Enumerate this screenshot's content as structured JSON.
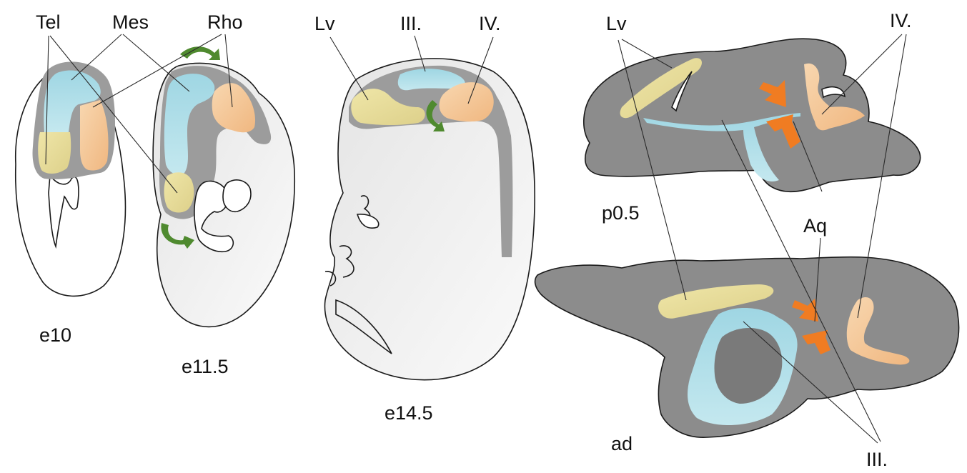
{
  "labels": {
    "tel": "Tel",
    "mes": "Mes",
    "rho": "Rho",
    "lv_embryo": "Lv",
    "third_embryo": "III.",
    "fourth_embryo": "IV.",
    "lv_brain": "Lv",
    "fourth_brain": "IV.",
    "aq": "Aq",
    "third_brain": "III."
  },
  "stages": {
    "e10": "e10",
    "e11_5": "e11.5",
    "e14_5": "e14.5",
    "p0_5": "p0.5",
    "ad": "ad"
  },
  "colors": {
    "telencephalon_ventricle": "#e8dd9a",
    "mesencephalon_ventricle": "#a9dbe6",
    "rhombencephalon_ventricle": "#f5c99a",
    "neural_tissue": "#9a9a9a",
    "embryo_body": "#ececec",
    "brain_tissue": "#8c8c8c",
    "rotation_arrow": "#4f8a2f",
    "aqueduct_arrow": "#f07c22"
  }
}
